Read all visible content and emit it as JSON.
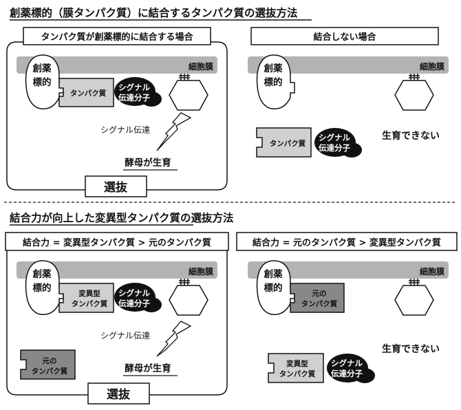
{
  "section1": {
    "title": "創薬標的（膜タンパク質）に結合するタンパク質の選抜方法",
    "left_panel": {
      "header": "タンパク質が創薬標的に結合する場合",
      "membrane_label": "細胞膜",
      "target_label_line1": "創薬",
      "target_label_line2": "標的",
      "protein_label": "タンパク質",
      "signal_molecule_line1": "シグナル",
      "signal_molecule_line2": "伝達分子",
      "signal_transduction": "シグナル伝達",
      "result": "酵母が生育",
      "selection_label": "選抜"
    },
    "right_panel": {
      "header": "結合しない場合",
      "membrane_label": "細胞膜",
      "target_label_line1": "創薬",
      "target_label_line2": "標的",
      "protein_label": "タンパク質",
      "signal_molecule_line1": "シグナル",
      "signal_molecule_line2": "伝達分子",
      "result": "生育できない"
    }
  },
  "section2": {
    "title": "結合力が向上した変異型タンパク質の選抜方法",
    "left_panel": {
      "header": "結合力 = 変異型タンパク質 > 元のタンパク質",
      "membrane_label": "細胞膜",
      "target_label_line1": "創薬",
      "target_label_line2": "標的",
      "mutant_line1": "変異型",
      "mutant_line2": "タンパク質",
      "signal_molecule_line1": "シグナル",
      "signal_molecule_line2": "伝達分子",
      "signal_transduction": "シグナル伝達",
      "original_line1": "元の",
      "original_line2": "タンパク質",
      "result": "酵母が生育",
      "selection_label": "選抜"
    },
    "right_panel": {
      "header": "結合力 = 元のタンパク質 > 変異型タンパク質",
      "membrane_label": "細胞膜",
      "target_label_line1": "創薬",
      "target_label_line2": "標的",
      "original_line1": "元の",
      "original_line2": "タンパク質",
      "mutant_line1": "変異型",
      "mutant_line2": "タンパク質",
      "signal_molecule_line1": "シグナル",
      "signal_molecule_line2": "伝達分子",
      "result": "生育できない"
    }
  },
  "colors": {
    "membrane": "#b3b3b3",
    "protein_light": "#d0d0d0",
    "protein_dark": "#888888",
    "ink": "#111111"
  }
}
